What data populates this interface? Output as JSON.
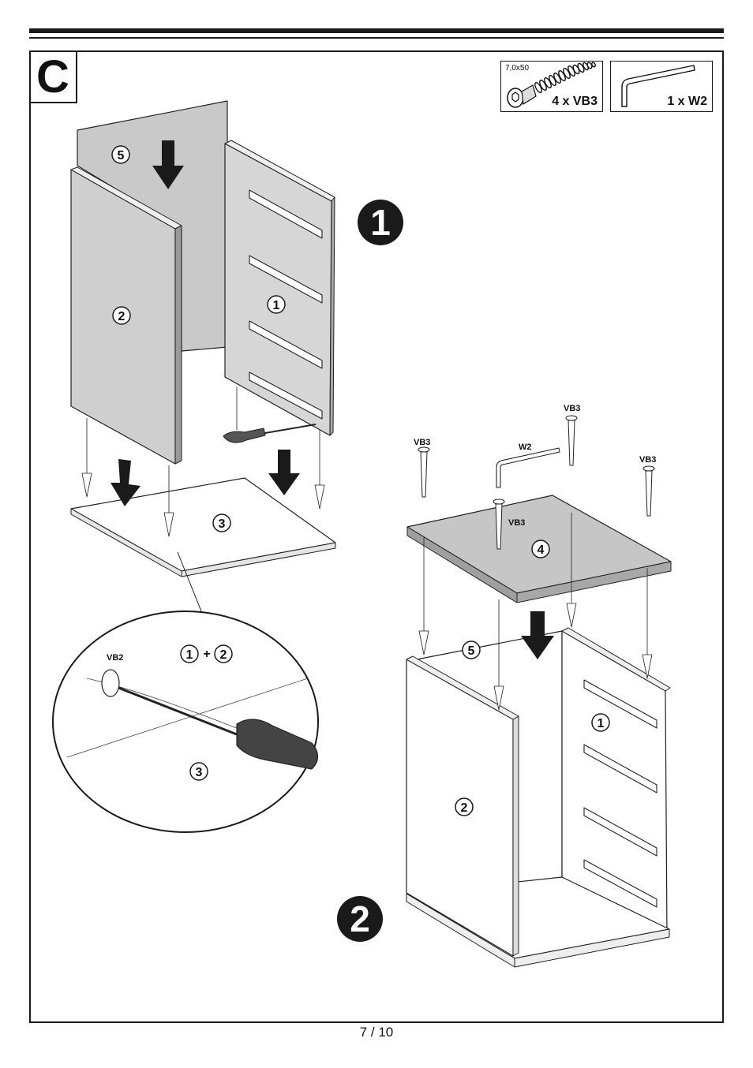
{
  "section": {
    "letter": "C"
  },
  "hardware": [
    {
      "size": "7,0x50",
      "quantity": "4 x VB3"
    },
    {
      "size": "",
      "quantity": "1 x W2"
    }
  ],
  "steps": {
    "step1": "1",
    "step2": "2"
  },
  "parts": {
    "p1": "1",
    "p2": "2",
    "p3": "3",
    "p4": "4",
    "p5": "5"
  },
  "callouts": {
    "detail_title": "1+2",
    "detail_tool": "VB2",
    "screw_label": "VB3",
    "wrench_label": "W2"
  },
  "footer": {
    "page": "7 / 10"
  }
}
